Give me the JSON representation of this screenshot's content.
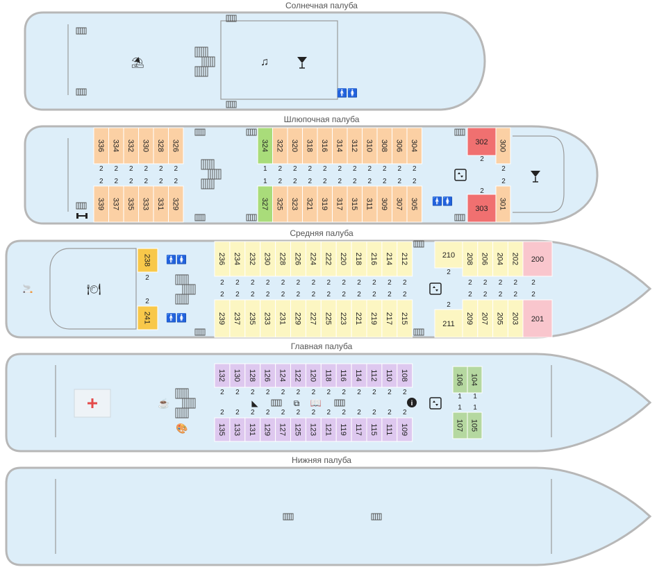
{
  "colors": {
    "hull_fill": "#ddeef9",
    "hull_stroke": "#b7b7b7",
    "deck3_cabin": "#fbd0a4",
    "deck3_green": "#a9dc7a",
    "deck3_red": "#f07070",
    "deck2_cabin": "#fcf6c2",
    "deck2_orange": "#f8c84a",
    "deck2_pink": "#f9c6cd",
    "deck1_cabin": "#dec8ef",
    "deck1_green": "#b5d8a0",
    "text": "#222222"
  },
  "decks": {
    "sun": {
      "title": "Солнечная палуба"
    },
    "boat": {
      "title": "Шлюпочная палуба",
      "aft_top": [
        {
          "num": "336",
          "berth": "2"
        },
        {
          "num": "334",
          "berth": "2"
        },
        {
          "num": "332",
          "berth": "2"
        },
        {
          "num": "330",
          "berth": "2"
        },
        {
          "num": "328",
          "berth": "2"
        },
        {
          "num": "326",
          "berth": "2"
        }
      ],
      "aft_bottom": [
        {
          "num": "339",
          "berth": "2"
        },
        {
          "num": "337",
          "berth": "2"
        },
        {
          "num": "335",
          "berth": "2"
        },
        {
          "num": "333",
          "berth": "2"
        },
        {
          "num": "331",
          "berth": "2"
        },
        {
          "num": "329",
          "berth": "2"
        }
      ],
      "mid_top": [
        {
          "num": "324",
          "berth": "1",
          "kind": "green"
        },
        {
          "num": "322",
          "berth": "2"
        },
        {
          "num": "320",
          "berth": "2"
        },
        {
          "num": "318",
          "berth": "2"
        },
        {
          "num": "316",
          "berth": "2"
        },
        {
          "num": "314",
          "berth": "2"
        },
        {
          "num": "312",
          "berth": "2"
        },
        {
          "num": "310",
          "berth": "2"
        },
        {
          "num": "308",
          "berth": "2"
        },
        {
          "num": "306",
          "berth": "2"
        },
        {
          "num": "304",
          "berth": "2"
        }
      ],
      "mid_bottom": [
        {
          "num": "327",
          "berth": "1",
          "kind": "green"
        },
        {
          "num": "325",
          "berth": "2"
        },
        {
          "num": "323",
          "berth": "2"
        },
        {
          "num": "321",
          "berth": "2"
        },
        {
          "num": "319",
          "berth": "2"
        },
        {
          "num": "317",
          "berth": "2"
        },
        {
          "num": "315",
          "berth": "2"
        },
        {
          "num": "311",
          "berth": "2"
        },
        {
          "num": "309",
          "berth": "2"
        },
        {
          "num": "307",
          "berth": "2"
        },
        {
          "num": "305",
          "berth": "2"
        }
      ],
      "fore": [
        {
          "num": "302",
          "berth": "2",
          "kind": "red"
        },
        {
          "num": "300",
          "berth": "2"
        },
        {
          "num": "303",
          "berth": "2",
          "kind": "red"
        },
        {
          "num": "301",
          "berth": "2"
        }
      ]
    },
    "middle": {
      "title": "Средняя палуба",
      "aft": [
        {
          "num": "238",
          "berth": "2"
        },
        {
          "num": "241",
          "berth": "2"
        }
      ],
      "mid_top": [
        {
          "num": "236",
          "berth": "2"
        },
        {
          "num": "234",
          "berth": "2"
        },
        {
          "num": "232",
          "berth": "2"
        },
        {
          "num": "230",
          "berth": "2"
        },
        {
          "num": "228",
          "berth": "2"
        },
        {
          "num": "226",
          "berth": "2"
        },
        {
          "num": "224",
          "berth": "2"
        },
        {
          "num": "222",
          "berth": "2"
        },
        {
          "num": "220",
          "berth": "2"
        },
        {
          "num": "218",
          "berth": "2"
        },
        {
          "num": "216",
          "berth": "2"
        },
        {
          "num": "214",
          "berth": "2"
        },
        {
          "num": "212",
          "berth": "2"
        }
      ],
      "mid_bottom": [
        {
          "num": "239",
          "berth": "2"
        },
        {
          "num": "237",
          "berth": "2"
        },
        {
          "num": "235",
          "berth": "2"
        },
        {
          "num": "233",
          "berth": "2"
        },
        {
          "num": "231",
          "berth": "2"
        },
        {
          "num": "229",
          "berth": "2"
        },
        {
          "num": "227",
          "berth": "2"
        },
        {
          "num": "225",
          "berth": "2"
        },
        {
          "num": "223",
          "berth": "2"
        },
        {
          "num": "221",
          "berth": "2"
        },
        {
          "num": "219",
          "berth": "2"
        },
        {
          "num": "217",
          "berth": "2"
        },
        {
          "num": "215",
          "berth": "2"
        }
      ],
      "fore_top": [
        {
          "num": "210",
          "berth": "2"
        },
        {
          "num": "208",
          "berth": "2"
        },
        {
          "num": "206",
          "berth": "2"
        },
        {
          "num": "204",
          "berth": "2"
        },
        {
          "num": "202",
          "berth": "2"
        },
        {
          "num": "200",
          "berth": "2",
          "kind": "pink"
        }
      ],
      "fore_bottom": [
        {
          "num": "211",
          "berth": "2"
        },
        {
          "num": "209",
          "berth": "2"
        },
        {
          "num": "207",
          "berth": "2"
        },
        {
          "num": "205",
          "berth": "2"
        },
        {
          "num": "203",
          "berth": "2"
        },
        {
          "num": "201",
          "berth": "2",
          "kind": "pink"
        }
      ]
    },
    "main": {
      "title": "Главная палуба",
      "top": [
        {
          "num": "132",
          "berth": "2"
        },
        {
          "num": "130",
          "berth": "2"
        },
        {
          "num": "128",
          "berth": "2"
        },
        {
          "num": "126",
          "berth": "2"
        },
        {
          "num": "124",
          "berth": "2"
        },
        {
          "num": "122",
          "berth": "2"
        },
        {
          "num": "120",
          "berth": "2"
        },
        {
          "num": "118",
          "berth": "2"
        },
        {
          "num": "116",
          "berth": "2"
        },
        {
          "num": "114",
          "berth": "2"
        },
        {
          "num": "112",
          "berth": "2"
        },
        {
          "num": "110",
          "berth": "2"
        },
        {
          "num": "108",
          "berth": "2"
        }
      ],
      "bottom": [
        {
          "num": "135",
          "berth": "2"
        },
        {
          "num": "133",
          "berth": "2"
        },
        {
          "num": "131",
          "berth": "2"
        },
        {
          "num": "129",
          "berth": "2"
        },
        {
          "num": "127",
          "berth": "2"
        },
        {
          "num": "125",
          "berth": "2"
        },
        {
          "num": "123",
          "berth": "2"
        },
        {
          "num": "121",
          "berth": "2"
        },
        {
          "num": "119",
          "berth": "2"
        },
        {
          "num": "117",
          "berth": "2"
        },
        {
          "num": "115",
          "berth": "2"
        },
        {
          "num": "111",
          "berth": "2"
        },
        {
          "num": "109",
          "berth": "2"
        }
      ],
      "fore": [
        {
          "num": "106",
          "berth": "1"
        },
        {
          "num": "104",
          "berth": "1"
        },
        {
          "num": "107",
          "berth": "1"
        },
        {
          "num": "105",
          "berth": "1"
        }
      ]
    },
    "lower": {
      "title": "Нижняя палуба"
    }
  },
  "icons": [
    "beach-umbrella-icon",
    "music-icon",
    "cocktail-icon",
    "toilets-icon",
    "staircase-icon",
    "gym-icon",
    "elevator-icon",
    "restaurant-icon",
    "smoking-icon",
    "first-aid-icon",
    "coffee-icon",
    "palette-icon",
    "iron-icon",
    "laundry-icon",
    "library-icon",
    "info-icon",
    "ladder-icon"
  ]
}
